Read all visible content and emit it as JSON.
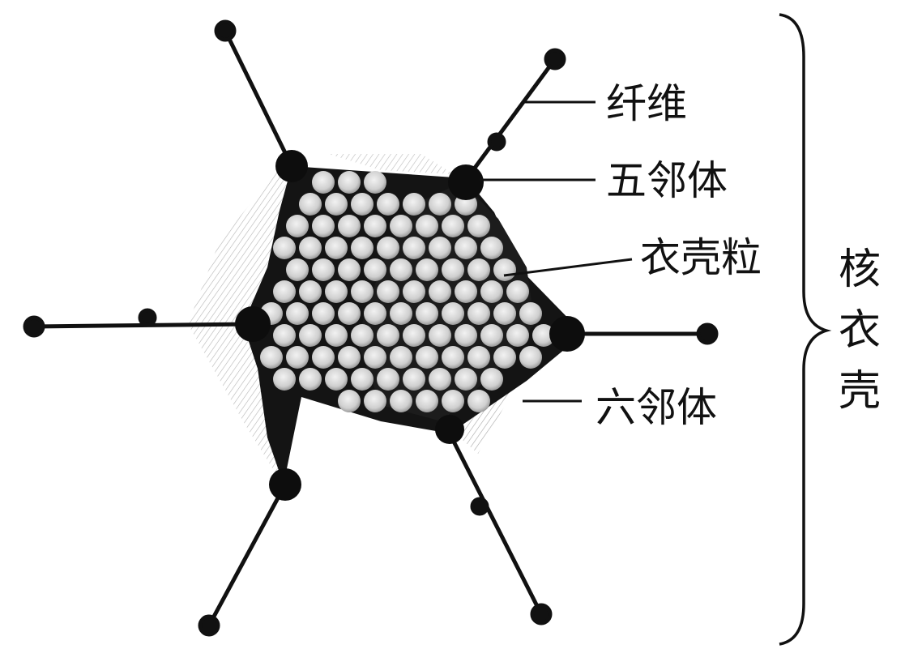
{
  "labels": {
    "fiber": "纤维",
    "penton": "五邻体",
    "capsomere": "衣壳粒",
    "hexon": "六邻体",
    "nucleocapsid": [
      "核",
      "衣",
      "壳"
    ]
  },
  "colors": {
    "ink": "#111111",
    "capsomere_fill": "#dcdcdc",
    "background": "#ffffff"
  }
}
